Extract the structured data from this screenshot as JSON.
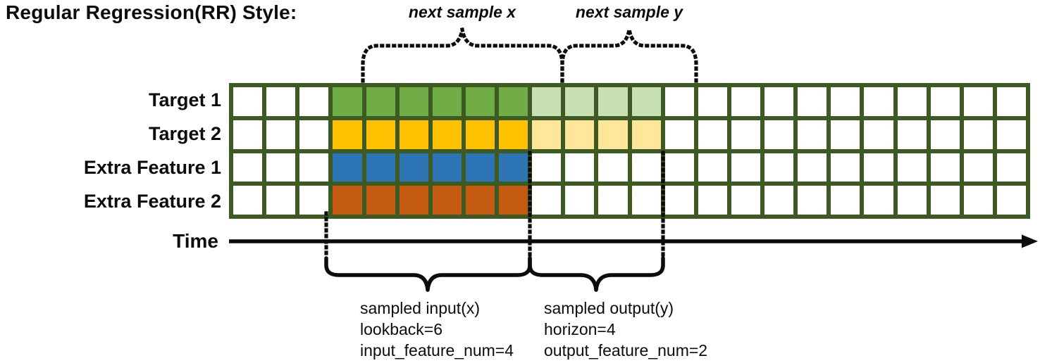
{
  "title": "Regular Regression(RR) Style:",
  "braces": {
    "next_sample_x": "next sample x",
    "next_sample_y": "next sample y"
  },
  "rows": [
    {
      "label": "Target 1",
      "input_color": "#70AD47",
      "output_color": "#C6E0B4"
    },
    {
      "label": "Target 2",
      "input_color": "#FFC000",
      "output_color": "#FFE699"
    },
    {
      "label": "Extra Feature 1",
      "input_color": "#2E75B6",
      "output_color": null
    },
    {
      "label": "Extra Feature 2",
      "input_color": "#C55A11",
      "output_color": null
    }
  ],
  "grid": {
    "columns": 24,
    "input_range": {
      "start": 4,
      "end": 9
    },
    "output_range": {
      "start": 10,
      "end": 13
    },
    "border_color": "#3D5A23",
    "empty_color": "#FFFFFF"
  },
  "time_axis": {
    "label": "Time"
  },
  "annotations": {
    "input": {
      "lines": [
        "sampled input(x)",
        "lookback=6",
        "input_feature_num=4"
      ]
    },
    "output": {
      "lines": [
        "sampled output(y)",
        "horizon=4",
        "output_feature_num=2"
      ]
    }
  }
}
